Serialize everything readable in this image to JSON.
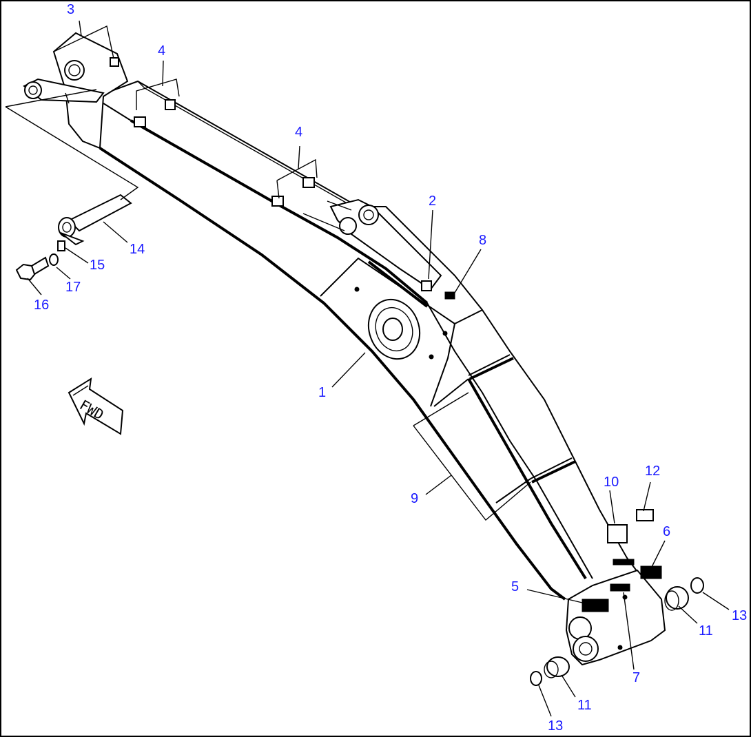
{
  "diagram": {
    "fwd_label": "FWD",
    "callouts": [
      {
        "id": "c1",
        "text": "1"
      },
      {
        "id": "c2",
        "text": "2"
      },
      {
        "id": "c3",
        "text": "3"
      },
      {
        "id": "c4a",
        "text": "4"
      },
      {
        "id": "c4b",
        "text": "4"
      },
      {
        "id": "c5",
        "text": "5"
      },
      {
        "id": "c6",
        "text": "6"
      },
      {
        "id": "c7",
        "text": "7"
      },
      {
        "id": "c8",
        "text": "8"
      },
      {
        "id": "c9",
        "text": "9"
      },
      {
        "id": "c10",
        "text": "10"
      },
      {
        "id": "c11a",
        "text": "11"
      },
      {
        "id": "c11b",
        "text": "11"
      },
      {
        "id": "c12",
        "text": "12"
      },
      {
        "id": "c13a",
        "text": "13"
      },
      {
        "id": "c13b",
        "text": "13"
      },
      {
        "id": "c14",
        "text": "14"
      },
      {
        "id": "c15",
        "text": "15"
      },
      {
        "id": "c16",
        "text": "16"
      },
      {
        "id": "c17",
        "text": "17"
      }
    ],
    "colors": {
      "callout": "#1a1aff",
      "line": "#000000",
      "background": "#ffffff"
    }
  }
}
